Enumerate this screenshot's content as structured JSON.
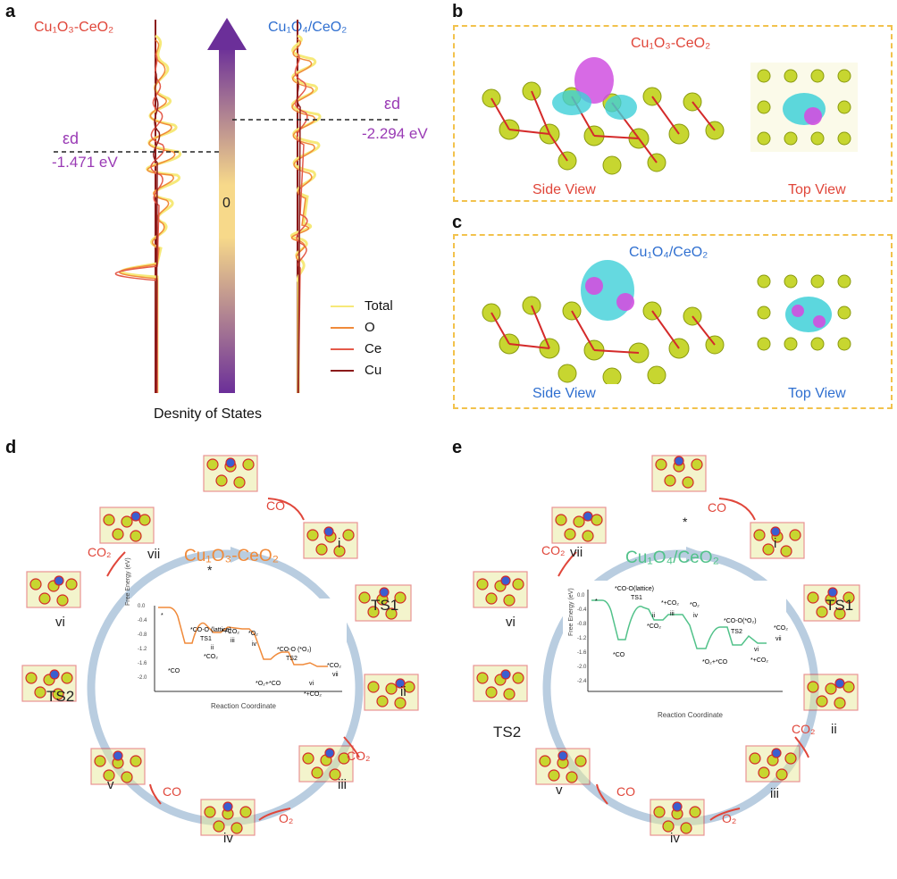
{
  "panels": {
    "a": "a",
    "b": "b",
    "c": "c",
    "d": "d",
    "e": "e"
  },
  "panel_a": {
    "left_title": "Cu₁O₃-CeO₂",
    "right_title": "Cu₁O₄/CeO₂",
    "eps_left_symbol": "εd",
    "eps_left_value": "-1.471 eV",
    "eps_right_symbol": "εd",
    "eps_right_value": "-2.294 eV",
    "zero_label": "0",
    "xlabel": "Desnity of States",
    "legend": [
      {
        "name": "Total",
        "color": "#f6e979"
      },
      {
        "name": "O",
        "color": "#f08a3a"
      },
      {
        "name": "Ce",
        "color": "#e45a4a"
      },
      {
        "name": "Cu",
        "color": "#8b1a1a"
      }
    ]
  },
  "panel_b": {
    "title": "Cu₁O₃-CeO₂",
    "side": "Side View",
    "top": "Top View"
  },
  "panel_c": {
    "title": "Cu₁O₄/CeO₂",
    "side": "Side View",
    "top": "Top View"
  },
  "panel_d": {
    "center": "Cu₁O₃-CeO₂",
    "center_color": "#f08a3a",
    "star": "*",
    "states": [
      "i",
      "TS1",
      "ii",
      "iii",
      "iv",
      "v",
      "TS2",
      "vi",
      "vii"
    ],
    "molecules": {
      "co_top": "CO",
      "co2_right": "CO₂",
      "o2": "O₂",
      "co_bottom": "CO",
      "co2_left": "CO₂"
    },
    "inset": {
      "ylabel": "Free Energy (eV)",
      "xlabel": "Reaction Coordinate",
      "yticks": [
        "0.0",
        "-0.4",
        "-0.8",
        "-1.2",
        "-1.6",
        "-2.0"
      ],
      "annotations": [
        "*",
        "*CO-O (lattice)",
        "TS1",
        "*CO",
        "ii",
        "*CO₂",
        "*+CO₂",
        "iii",
        "*O₂",
        "iv",
        "*CO-O (*O₂)",
        "TS2",
        "*O₂+*CO",
        "vi",
        "*CO₂",
        "vii",
        "*+CO₂"
      ]
    }
  },
  "panel_e": {
    "center": "Cu₁O₄/CeO₂",
    "center_color": "#52c28a",
    "star": "*",
    "states": [
      "i",
      "TS1",
      "ii",
      "iii",
      "iv",
      "v",
      "TS2",
      "vi",
      "vii"
    ],
    "molecules": {
      "co_top": "CO",
      "co2_right": "CO₂",
      "o2": "O₂",
      "co_bottom": "CO",
      "co2_left": "CO₂"
    },
    "inset": {
      "ylabel": "Free Energy (eV)",
      "xlabel": "Reaction Coordinate",
      "yticks": [
        "0.0",
        "-0.4",
        "-0.8",
        "-1.2",
        "-1.6",
        "-2.0",
        "-2.4"
      ],
      "annotations": [
        "*",
        "*CO-O(lattice)",
        "TS1",
        "*CO",
        "ii",
        "*CO₂",
        "*+CO₂",
        "iii",
        "*O₂",
        "iv",
        "*CO-O(*O₂)",
        "TS2",
        "*O₂+*CO",
        "vi",
        "*+CO₂",
        "*CO₂",
        "vii"
      ]
    }
  },
  "colors": {
    "red": "#e0463a",
    "blue": "#2f6fd0",
    "purple": "#9a3bb5",
    "ring": "#b9cde0",
    "dash_box": "#f2c24c"
  }
}
